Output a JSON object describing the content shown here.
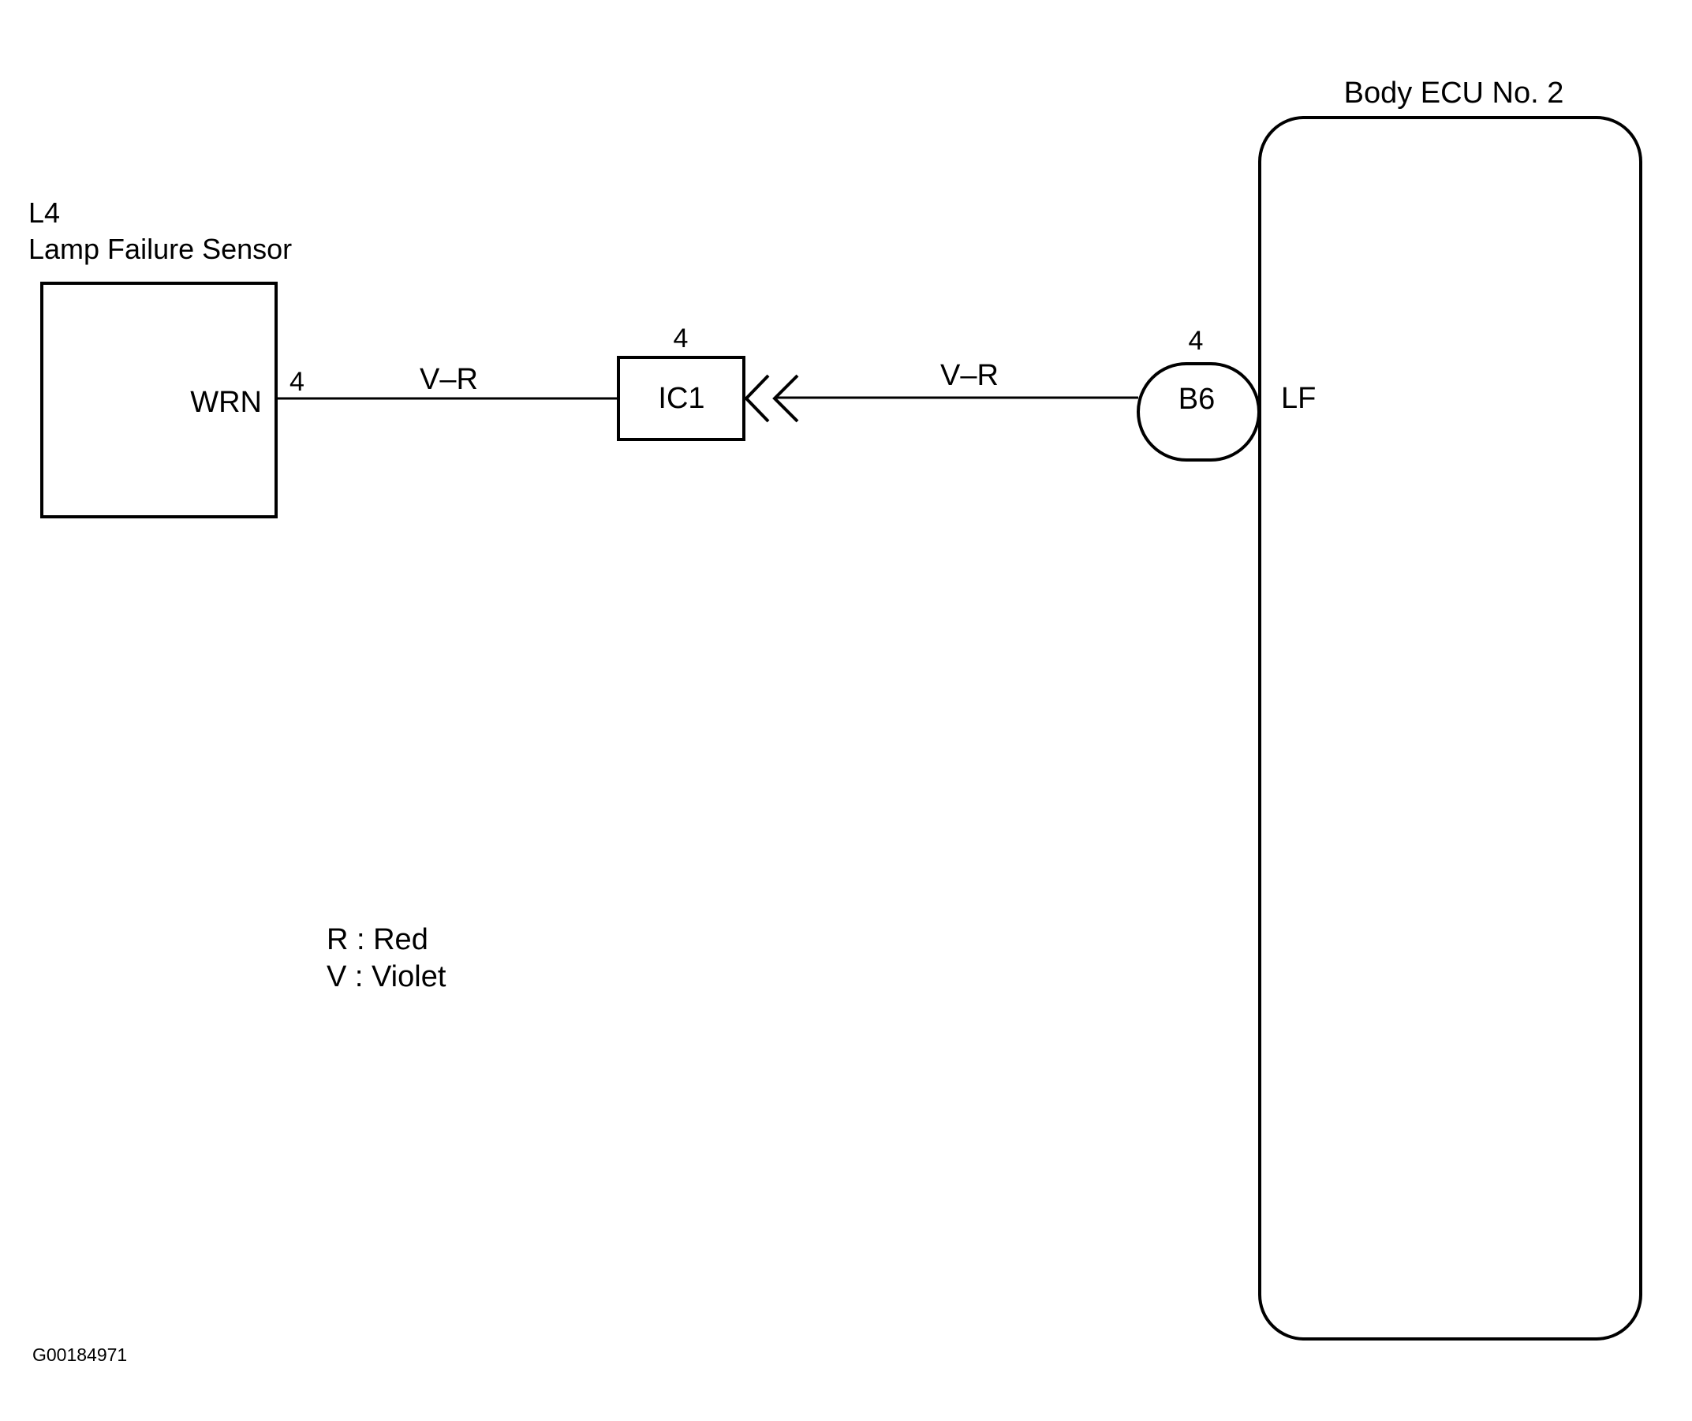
{
  "diagram": {
    "type": "wiring-diagram",
    "line_color": "#000000",
    "background": "#ffffff",
    "components": {
      "sensor": {
        "code": "L4",
        "name": "Lamp Failure Sensor",
        "terminal_name": "WRN",
        "terminal_pin": "4"
      },
      "junction_connector": {
        "code": "IC1",
        "pin": "4"
      },
      "ecu_connector": {
        "code": "B6",
        "pin": "4"
      },
      "ecu": {
        "name": "Body ECU No. 2",
        "terminal_name": "LF"
      }
    },
    "wires": [
      {
        "from": "L4 WRN pin 4",
        "to": "IC1 pin 4",
        "color_code": "V–R"
      },
      {
        "from": "B6 LF pin 4",
        "to": "IC1 pin 4",
        "color_code": "V–R"
      }
    ],
    "legend": [
      {
        "text": "R : Red"
      },
      {
        "text": "V : Violet"
      }
    ],
    "figure_id": "G00184971"
  }
}
